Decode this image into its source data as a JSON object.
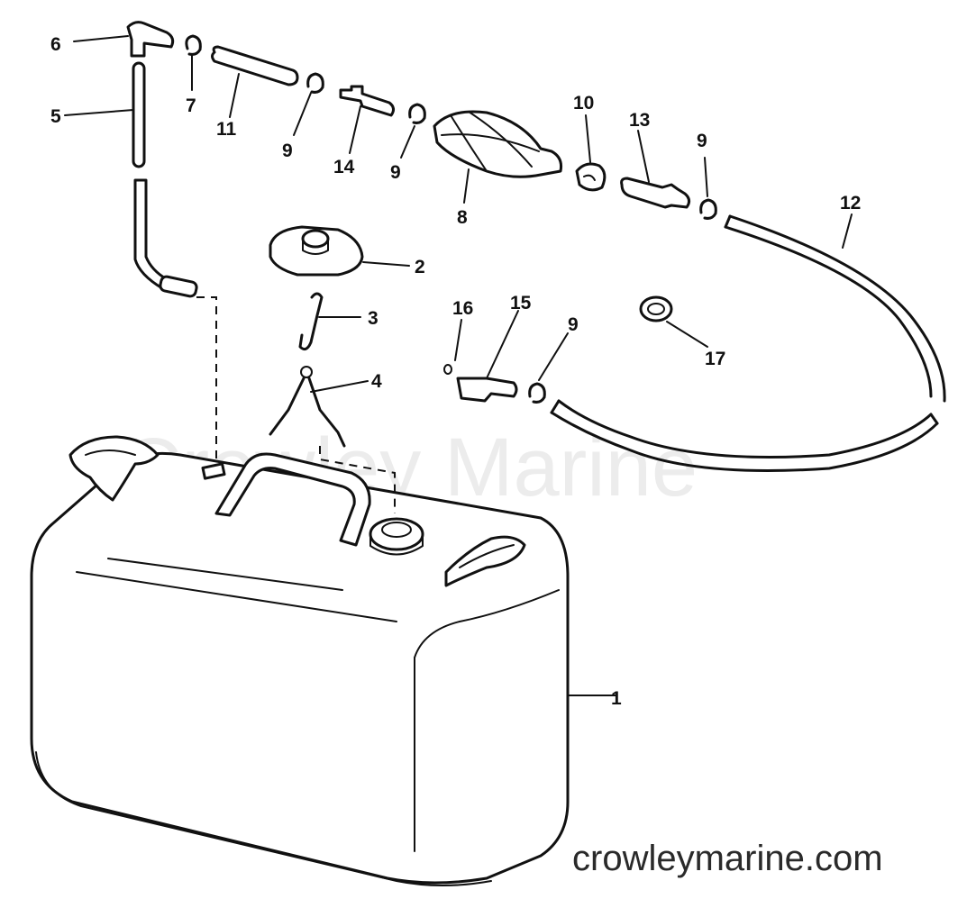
{
  "watermark": "Crowley Marine",
  "site_url": "crowleymarine.com",
  "callouts": {
    "c1": "1",
    "c2": "2",
    "c3": "3",
    "c4": "4",
    "c5": "5",
    "c6": "6",
    "c7": "7",
    "c8": "8",
    "c9a": "9",
    "c9b": "9",
    "c9c": "9",
    "c9d": "9",
    "c10": "10",
    "c11": "11",
    "c12": "12",
    "c13": "13",
    "c14": "14",
    "c15": "15",
    "c16": "16",
    "c17": "17"
  }
}
